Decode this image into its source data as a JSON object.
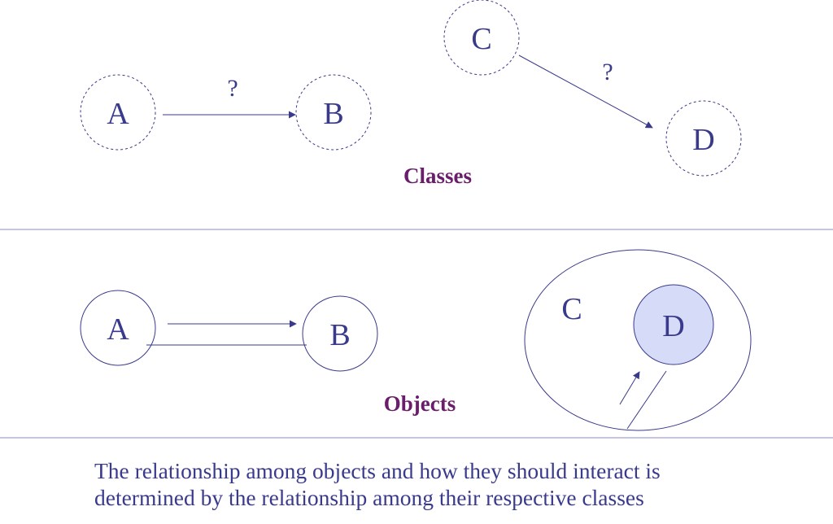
{
  "classes_section": {
    "label": "Classes",
    "nodes": [
      "A",
      "B",
      "C",
      "D"
    ],
    "relations": [
      {
        "from": "A",
        "to": "B",
        "label": "?"
      },
      {
        "from": "C",
        "to": "D",
        "label": "?"
      }
    ]
  },
  "objects_section": {
    "label": "Objects",
    "nodes": [
      "A",
      "B"
    ],
    "container": {
      "label": "C",
      "contains": "D"
    }
  },
  "caption": {
    "line1": "The relationship among objects and how they should interact is",
    "line2": "determined by the relationship among their respective classes"
  },
  "colors": {
    "ink": "#3a3a8c",
    "section_label": "#6a1d6a",
    "contained_fill": "#d6dcf7",
    "divider": "#8888cc"
  }
}
